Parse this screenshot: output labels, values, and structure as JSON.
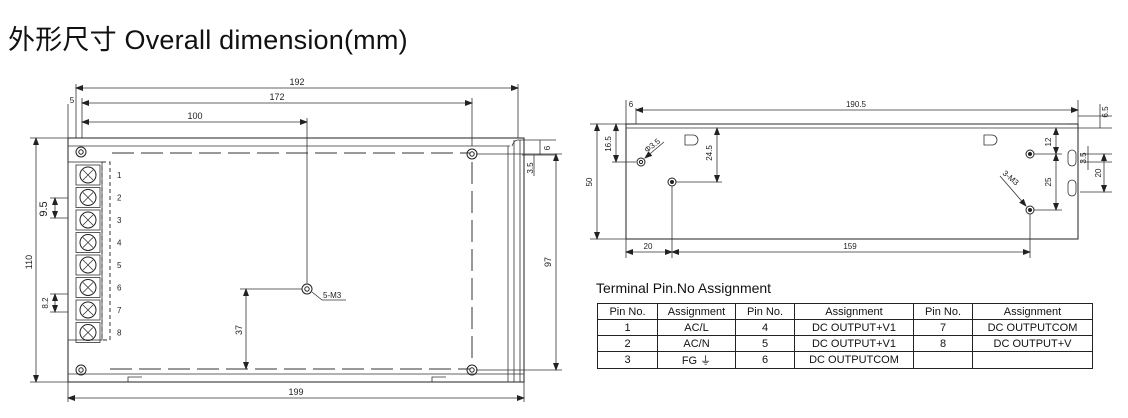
{
  "title": "外形尺寸 Overall dimension(mm)",
  "front_view": {
    "dims": {
      "overall_width": "192",
      "hole_span": "172",
      "center_to_hole": "100",
      "left_offset": "5",
      "height": "110",
      "hole_vertical": "97",
      "terminal_pitch": "9.5",
      "terminal_block": "8.2",
      "mount_height": "37",
      "base_length": "199",
      "top_offset": "6",
      "flange": "3.5"
    },
    "terminal_numbers": [
      "1",
      "2",
      "3",
      "4",
      "5",
      "6",
      "7",
      "8"
    ],
    "screw_label": "5-M3"
  },
  "side_view": {
    "dims": {
      "length": "190.5",
      "left_edge": "6",
      "height": "50",
      "hole_upper": "16.5",
      "hole_drop": "24.5",
      "left_hole": "20",
      "hole_span": "159",
      "right_top": "12",
      "right_span": "25",
      "right_edge": "6.5",
      "slot_a": "3.5",
      "slot_b": "20"
    },
    "hole_label": "Φ3.5",
    "screw_label": "3-M3"
  },
  "terminal_table": {
    "title": "Terminal Pin.No Assignment",
    "headers": [
      "Pin No.",
      "Assignment",
      "Pin No.",
      "Assignment",
      "Pin No.",
      "Assignment"
    ],
    "rows": [
      [
        "1",
        "AC/L",
        "4",
        "DC OUTPUT+V1",
        "7",
        "DC OUTPUTCOM"
      ],
      [
        "2",
        "AC/N",
        "5",
        "DC OUTPUT+V1",
        "8",
        "DC OUTPUT+V"
      ],
      [
        "3",
        "FG ⏚",
        "6",
        "DC OUTPUTCOM",
        "",
        ""
      ]
    ]
  }
}
